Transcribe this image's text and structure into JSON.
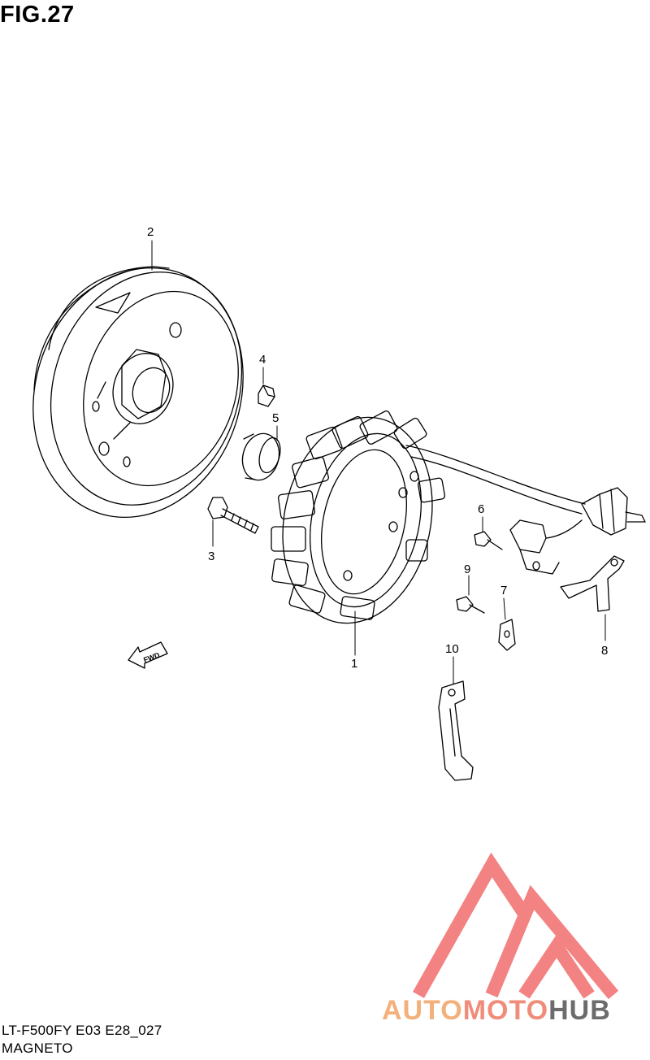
{
  "figure": {
    "title": "FIG.27"
  },
  "parts": [
    {
      "id": "1",
      "name_icon": "stator-coil"
    },
    {
      "id": "2",
      "name_icon": "flywheel-rotor"
    },
    {
      "id": "3",
      "name_icon": "rotor-bolt"
    },
    {
      "id": "4",
      "name_icon": "woodruff-key"
    },
    {
      "id": "5",
      "name_icon": "washer-nut"
    },
    {
      "id": "6",
      "name_icon": "screw"
    },
    {
      "id": "7",
      "name_icon": "clamp"
    },
    {
      "id": "8",
      "name_icon": "bracket"
    },
    {
      "id": "9",
      "name_icon": "screw"
    },
    {
      "id": "10",
      "name_icon": "wire-guide"
    }
  ],
  "direction_label": "FWD",
  "footer": {
    "model_code": "LT-F500FY E03 E28_027",
    "section_name": "MAGNETO"
  },
  "watermark": {
    "brand_part1": "AUTO",
    "brand_part2": "MOTO",
    "brand_part3": "HUB",
    "colors": {
      "auto": "#f3b07a",
      "moto": "#f08c7a",
      "hub": "#6c6c6c",
      "triangle": "#f26d6d"
    }
  }
}
